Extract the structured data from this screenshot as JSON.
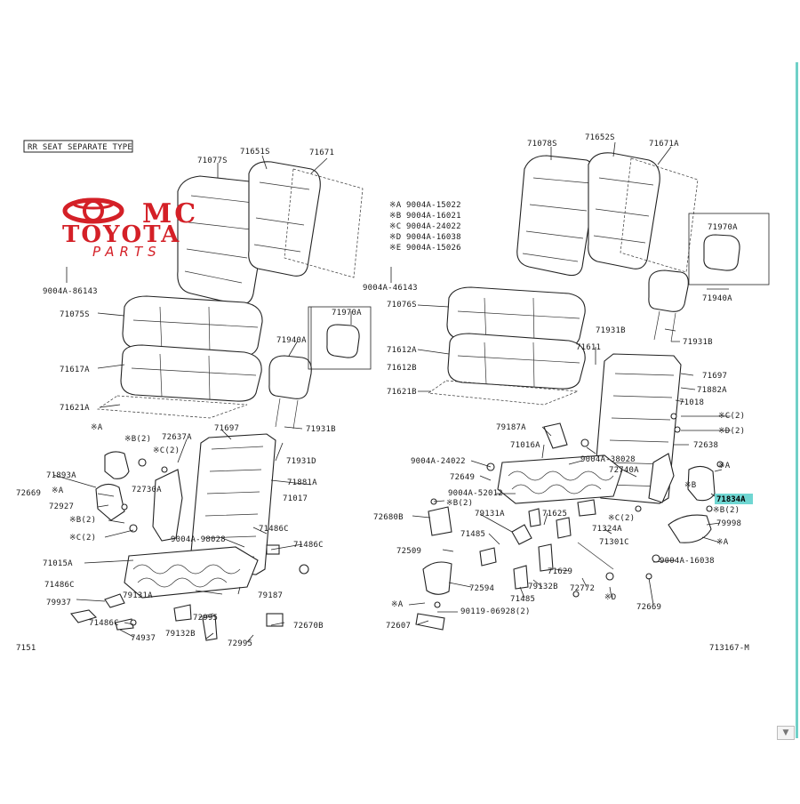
{
  "header": {
    "seat_type": "RR SEAT SEPARATE TYPE"
  },
  "watermark": {
    "line1": "MC",
    "line2": "TOYOTA",
    "line3": "PARTS",
    "color": "#d42027"
  },
  "notes": [
    "※A 9004A-15022",
    "※B 9004A-16021",
    "※C 9004A-24022",
    "※D 9004A-16038",
    "※E 9004A-15026"
  ],
  "footer": {
    "left": "7151",
    "right": "713167-M"
  },
  "highlight": {
    "part": "71834A",
    "color": "#6fd6d2"
  },
  "left_labels": [
    "71077S",
    "71651S",
    "71671",
    "9004A-86143",
    "71075S",
    "71617A",
    "71621A",
    "71970A",
    "71940A",
    "71931B",
    "71931D",
    "71697",
    "71881A",
    "71017",
    "72637A",
    "※A",
    "※B(2)",
    "※C(2)",
    "71893A",
    "72669",
    "※A",
    "72730A",
    "72927",
    "※B(2)",
    "※C(2)",
    "71015A",
    "9004A-98028",
    "71486C",
    "71486C",
    "71486C",
    "79131A",
    "79937",
    "71486C",
    "74937",
    "79132B",
    "72995",
    "72995",
    "79187",
    "72670B"
  ],
  "right_labels": [
    "71078S",
    "71652S",
    "71671A",
    "9004A-46143",
    "71076S",
    "71612A",
    "71612B",
    "71621B",
    "71970A",
    "71940A",
    "71931B",
    "71931B",
    "71697",
    "71882A",
    "71018",
    "※C(2)",
    "※D(2)",
    "72638",
    "71611",
    "79187A",
    "71016A",
    "9004A-24022",
    "9004A-38028",
    "72740A",
    "72649",
    "9004A-52012",
    "※B(2)",
    "72680B",
    "79131A",
    "71625",
    "71485",
    "※C(2)",
    "71324A",
    "72509",
    "71301C",
    "9004A-16038",
    "71629",
    "72594",
    "79132B",
    "72772",
    "※D",
    "71485",
    "72669",
    "※A",
    "90119-06928(2)",
    "72607",
    "71834A",
    "※B(2)",
    "79998",
    "※A",
    "※A",
    "※B"
  ],
  "scroll": {
    "arrow": "▼"
  }
}
